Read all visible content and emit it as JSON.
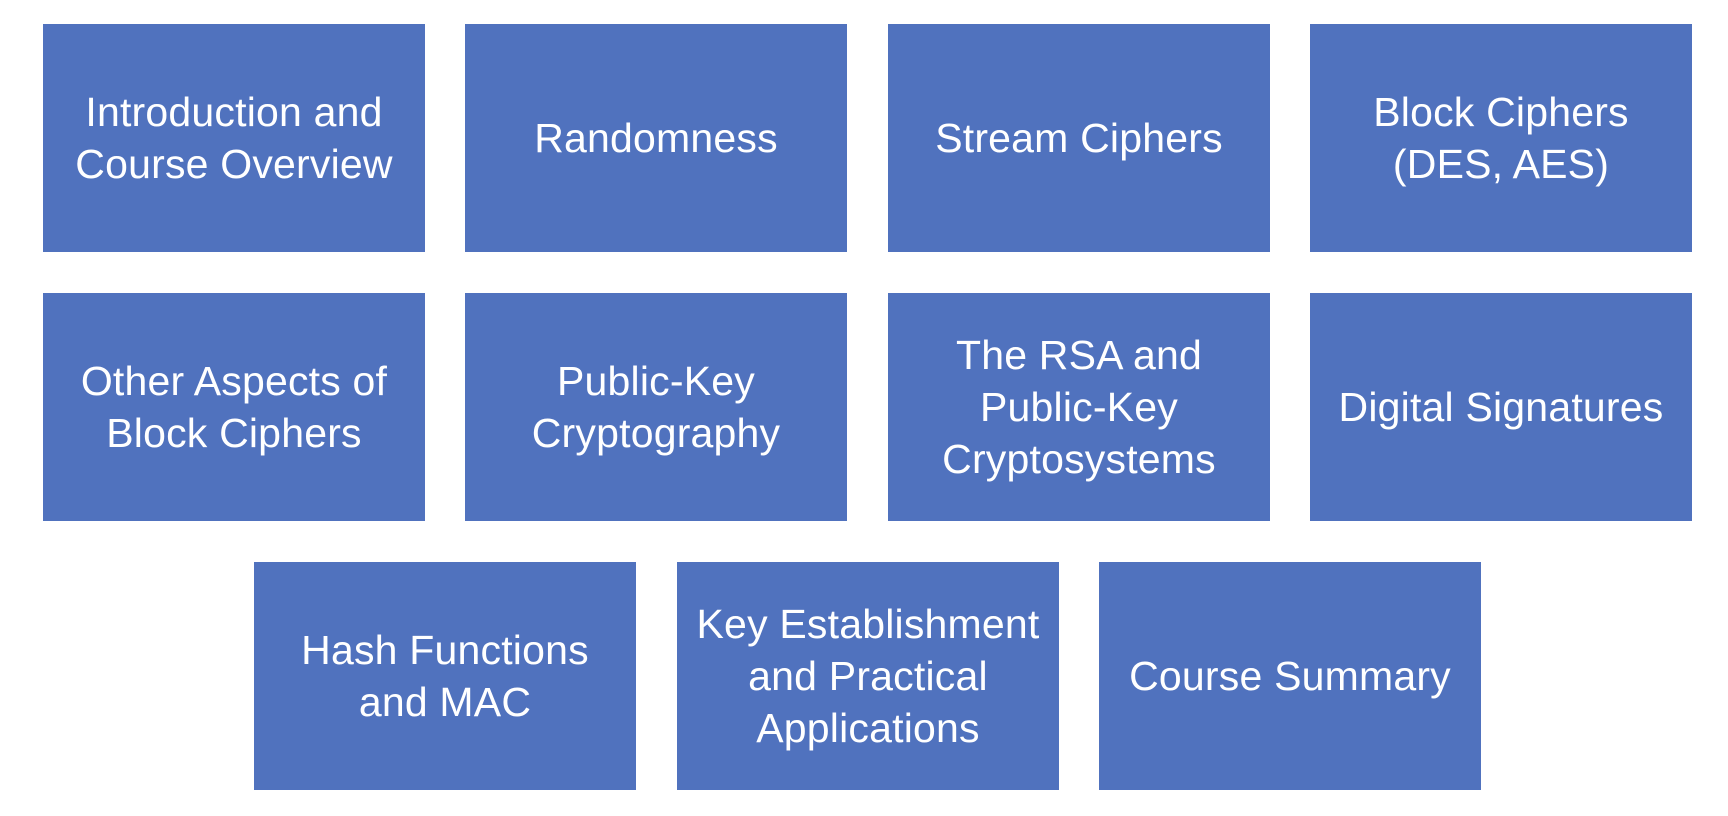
{
  "colors": {
    "tile_fill": "#5072BE",
    "tile_text": "#ffffff",
    "background": "#ffffff"
  },
  "tiles": [
    {
      "label": "Introduction and\nCourse Overview"
    },
    {
      "label": "Randomness"
    },
    {
      "label": "Stream Ciphers"
    },
    {
      "label": "Block Ciphers\n(DES, AES)"
    },
    {
      "label": "Other Aspects of\nBlock Ciphers"
    },
    {
      "label": "Public-Key\nCryptography"
    },
    {
      "label": "The RSA and\nPublic-Key\nCryptosystems"
    },
    {
      "label": "Digital Signatures"
    },
    {
      "label": "Hash Functions\nand MAC"
    },
    {
      "label": "Key Establishment\nand Practical\nApplications"
    },
    {
      "label": "Course Summary"
    }
  ]
}
